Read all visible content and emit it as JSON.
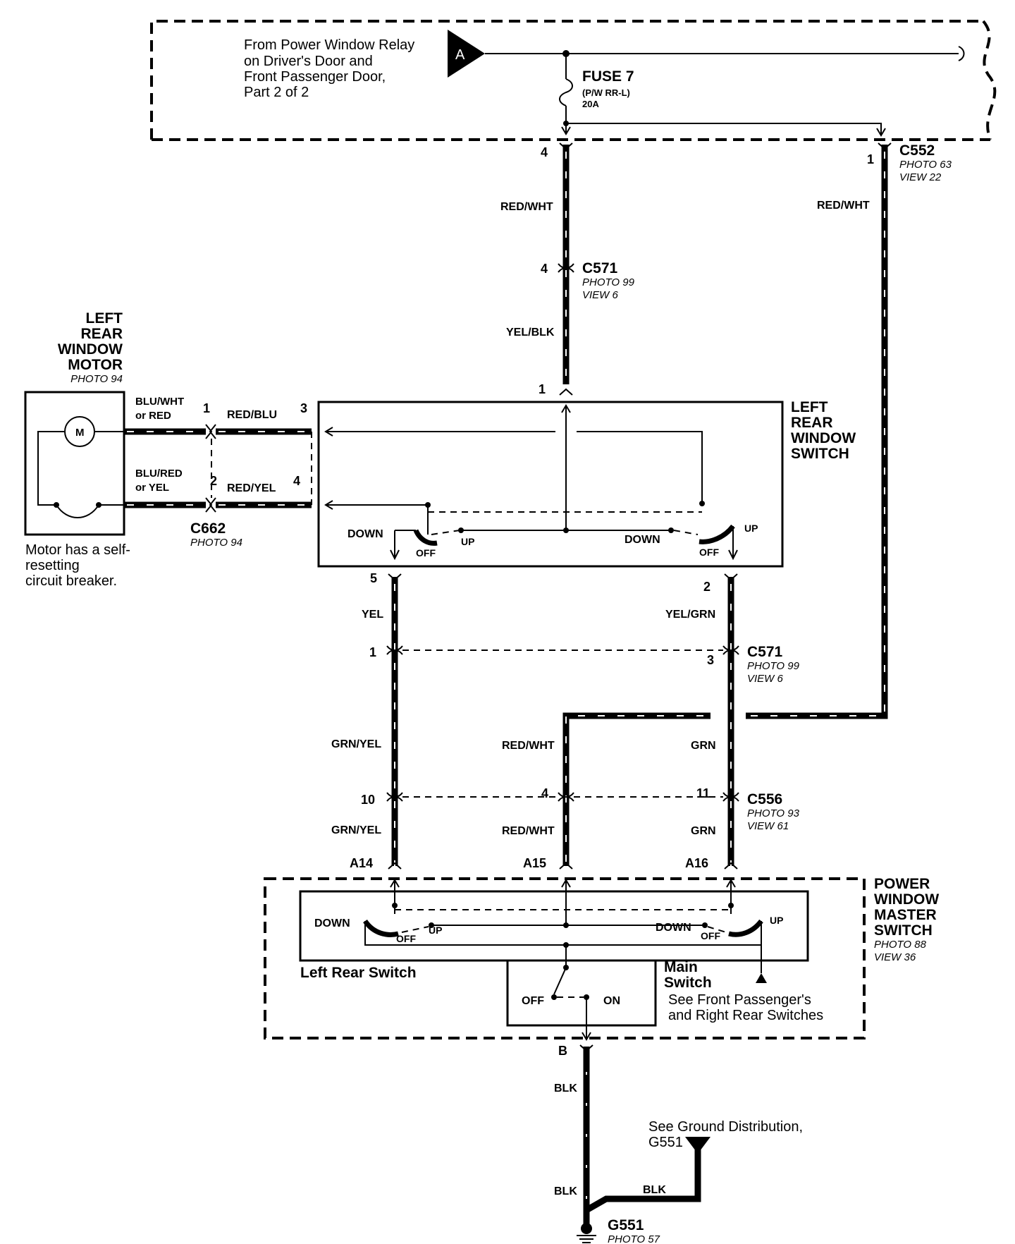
{
  "relay_note": [
    "From Power Window Relay",
    "on Driver's Door and",
    "Front Passenger Door,",
    "Part 2 of 2"
  ],
  "connector_a": "A",
  "fuse": {
    "name": "FUSE 7",
    "detail": "(P/W RR-L)",
    "rating": "20A"
  },
  "c552": {
    "name": "C552",
    "photo": "PHOTO 63",
    "view": "VIEW 22",
    "pin": "1"
  },
  "c571_top": {
    "name": "C571",
    "photo": "PHOTO 99",
    "view": "VIEW 6",
    "pin_in": "4",
    "pin_out": "4"
  },
  "c571_mid": {
    "name": "C571",
    "photo": "PHOTO 99",
    "view": "VIEW 6",
    "pin_left": "1",
    "pin_right": "3"
  },
  "c556": {
    "name": "C556",
    "photo": "PHOTO 93",
    "view": "VIEW 61",
    "pin_left": "10",
    "pin_mid": "4",
    "pin_right": "11"
  },
  "c662": {
    "name": "C662",
    "photo": "PHOTO 94",
    "pin_top": "1",
    "pin_bottom": "2"
  },
  "wires": {
    "red_wht": "RED/WHT",
    "yel_blk": "YEL/BLK",
    "blu_wht": "BLU/WHT",
    "or_red": "or RED",
    "blu_red": "BLU/RED",
    "or_yel": "or YEL",
    "red_blu": "RED/BLU",
    "red_yel": "RED/YEL",
    "yel": "YEL",
    "yel_grn": "YEL/GRN",
    "grn_yel": "GRN/YEL",
    "grn": "GRN",
    "blk": "BLK"
  },
  "motor": {
    "title": [
      "LEFT",
      "REAR",
      "WINDOW",
      "MOTOR"
    ],
    "photo": "PHOTO 94",
    "symbol": "M",
    "note": [
      "Motor has a self-",
      "resetting",
      "circuit breaker."
    ]
  },
  "rear_switch": {
    "title": [
      "LEFT",
      "REAR",
      "WINDOW",
      "SWITCH"
    ],
    "pin_top": "1",
    "pin_3": "3",
    "pin_4": "4",
    "pin_5": "5",
    "pin_2": "2",
    "down": "DOWN",
    "up": "UP",
    "off": "OFF"
  },
  "master_switch": {
    "title": [
      "POWER",
      "WINDOW",
      "MASTER",
      "SWITCH"
    ],
    "photo": "PHOTO 88",
    "view": "VIEW 36",
    "pins": [
      "A14",
      "A15",
      "A16"
    ],
    "left_rear_label": "Left Rear Switch",
    "main_label": [
      "Main",
      "Switch"
    ],
    "see_note": [
      "See Front Passenger's",
      "and Right Rear Switches"
    ],
    "down": "DOWN",
    "up": "UP",
    "off": "OFF",
    "on": "ON",
    "ground_pin": "B"
  },
  "ground": {
    "note": [
      "See Ground Distribution,",
      "G551"
    ],
    "name": "G551",
    "photo": "PHOTO 57"
  }
}
